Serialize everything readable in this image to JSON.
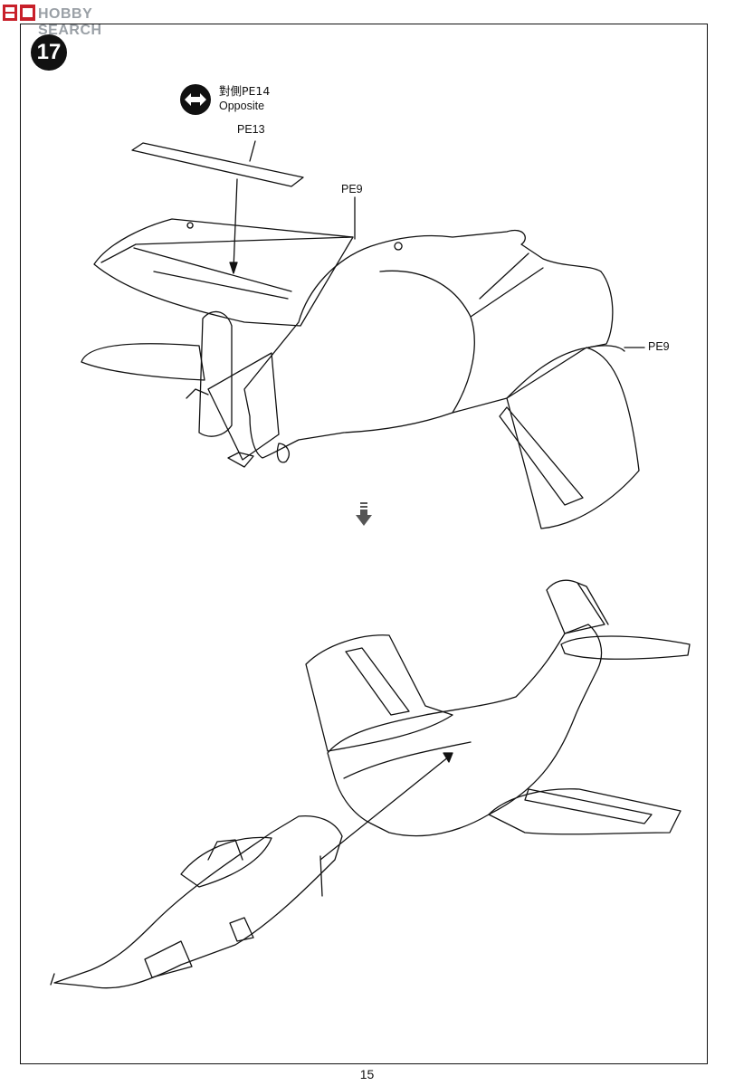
{
  "watermark": {
    "logo_glyph": "[logo]",
    "logo_sub": "",
    "text": "HOBBY SEARCH"
  },
  "step": {
    "number": "17"
  },
  "callouts": {
    "opposite_cn": "對側PE14",
    "opposite_en": "Opposite",
    "pe13": "PE13",
    "pe9_top": "PE9",
    "pe9_right": "PE9"
  },
  "icons": {
    "opposite_icon": "double-arrow-circle-icon",
    "flow_arrow": "down-arrow-icon"
  },
  "page": {
    "number": "15"
  },
  "colors": {
    "ink": "#111111",
    "watermark_red": "#c8202a",
    "watermark_grey": "#9aa0a6",
    "paper": "#ffffff"
  }
}
